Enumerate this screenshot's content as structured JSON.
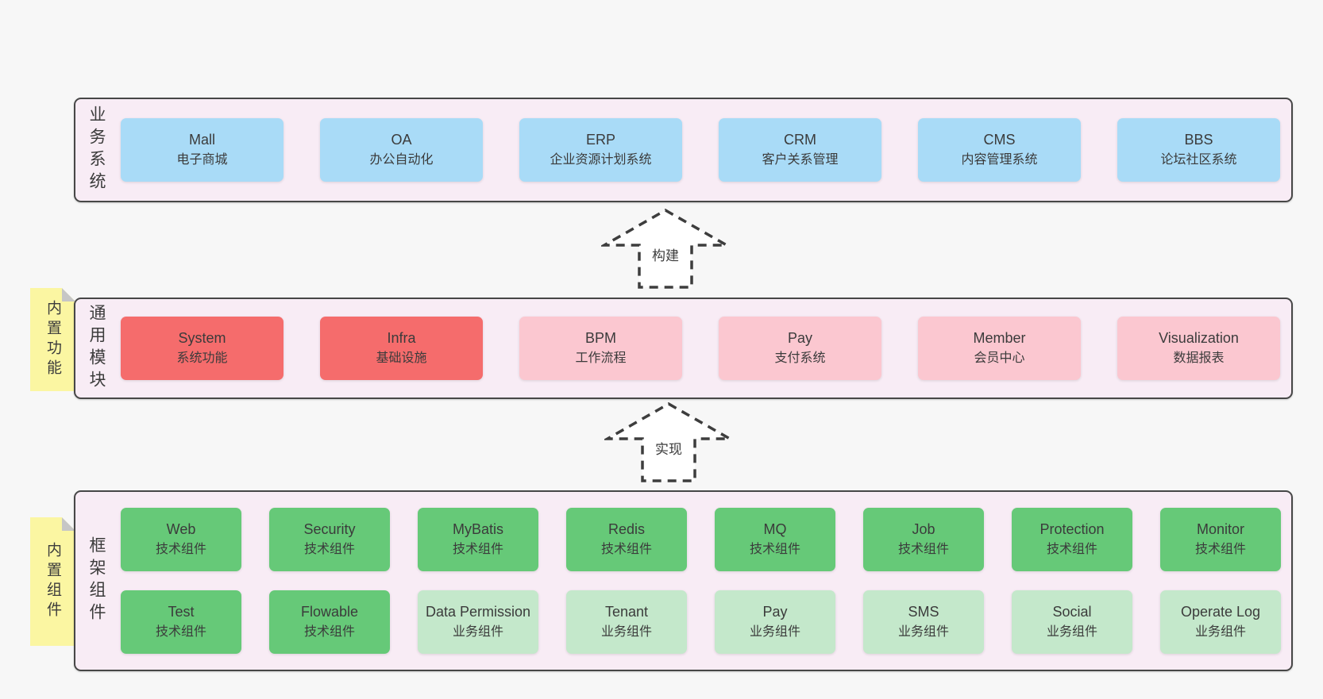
{
  "diagram": {
    "colors": {
      "page_bg": "#f7f7f7",
      "band_bg": "#f8ecf5",
      "band_border": "#474747",
      "blue": "#a9dbf7",
      "red": "#f56c6c",
      "pink": "#fbc7d0",
      "green": "#66c978",
      "light_green": "#c4e8cb",
      "sticky_yellow": "#fbf6a2",
      "fold_gray": "#c6c6c6",
      "text": "#3b3b3b",
      "arrow_stroke": "#3d3d3d"
    },
    "arrows": [
      {
        "label": "构建"
      },
      {
        "label": "实现"
      }
    ],
    "bands": [
      {
        "label": "业务系统",
        "boxes": [
          {
            "title": "Mall",
            "subtitle": "电子商城"
          },
          {
            "title": "OA",
            "subtitle": "办公自动化"
          },
          {
            "title": "ERP",
            "subtitle": "企业资源计划系统"
          },
          {
            "title": "CRM",
            "subtitle": "客户关系管理"
          },
          {
            "title": "CMS",
            "subtitle": "内容管理系统"
          },
          {
            "title": "BBS",
            "subtitle": "论坛社区系统"
          }
        ]
      },
      {
        "label": "通用模块",
        "sticky": "内置功能",
        "boxes": [
          {
            "title": "System",
            "subtitle": "系统功能"
          },
          {
            "title": "Infra",
            "subtitle": "基础设施"
          },
          {
            "title": "BPM",
            "subtitle": "工作流程"
          },
          {
            "title": "Pay",
            "subtitle": "支付系统"
          },
          {
            "title": "Member",
            "subtitle": "会员中心"
          },
          {
            "title": "Visualization",
            "subtitle": "数据报表"
          }
        ]
      },
      {
        "label": "框架组件",
        "sticky": "内置组件",
        "rows": [
          [
            {
              "title": "Web",
              "subtitle": "技术组件"
            },
            {
              "title": "Security",
              "subtitle": "技术组件"
            },
            {
              "title": "MyBatis",
              "subtitle": "技术组件"
            },
            {
              "title": "Redis",
              "subtitle": "技术组件"
            },
            {
              "title": "MQ",
              "subtitle": "技术组件"
            },
            {
              "title": "Job",
              "subtitle": "技术组件"
            },
            {
              "title": "Protection",
              "subtitle": "技术组件"
            },
            {
              "title": "Monitor",
              "subtitle": "技术组件"
            }
          ],
          [
            {
              "title": "Test",
              "subtitle": "技术组件"
            },
            {
              "title": "Flowable",
              "subtitle": "技术组件"
            },
            {
              "title": "Data Permission",
              "subtitle": "业务组件"
            },
            {
              "title": "Tenant",
              "subtitle": "业务组件"
            },
            {
              "title": "Pay",
              "subtitle": "业务组件"
            },
            {
              "title": "SMS",
              "subtitle": "业务组件"
            },
            {
              "title": "Social",
              "subtitle": "业务组件"
            },
            {
              "title": "Operate Log",
              "subtitle": "业务组件"
            }
          ]
        ]
      }
    ]
  }
}
